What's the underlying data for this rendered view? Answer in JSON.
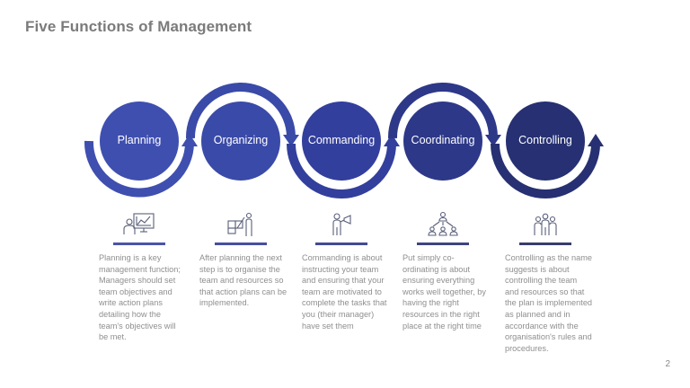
{
  "slide": {
    "title": "Five Functions of Management",
    "page_number": "2"
  },
  "colors": {
    "title": "#7b7b7b",
    "description_text": "#8f8f8f",
    "steps": [
      "#3f4fb0",
      "#3a4aa8",
      "#333f9c",
      "#2d3888",
      "#263072"
    ]
  },
  "steps": [
    {
      "label": "Planning",
      "icon": "presentation-chart-icon",
      "description": "Planning is a key management function; Managers should set team objectives and write action plans detailing how the team's objectives will be met."
    },
    {
      "label": "Organizing",
      "icon": "puzzle-person-icon",
      "description": "After planning the next step is to organise the team and resources so that action plans can be implemented."
    },
    {
      "label": "Commanding",
      "icon": "person-megaphone-icon",
      "description": "Commanding is about instructing your team and ensuring that your team are motivated to complete the tasks that you (their manager) have set them"
    },
    {
      "label": "Coordinating",
      "icon": "hierarchy-icon",
      "description": "Put simply co-ordinating is about ensuring everything works well together, by having the right resources in the right place at the right time"
    },
    {
      "label": "Controlling",
      "icon": "team-group-icon",
      "description": "Controlling as the name suggests is about controlling the team and resources so that the plan is implemented as planned and in accordance with the organisation's rules and procedures."
    }
  ]
}
